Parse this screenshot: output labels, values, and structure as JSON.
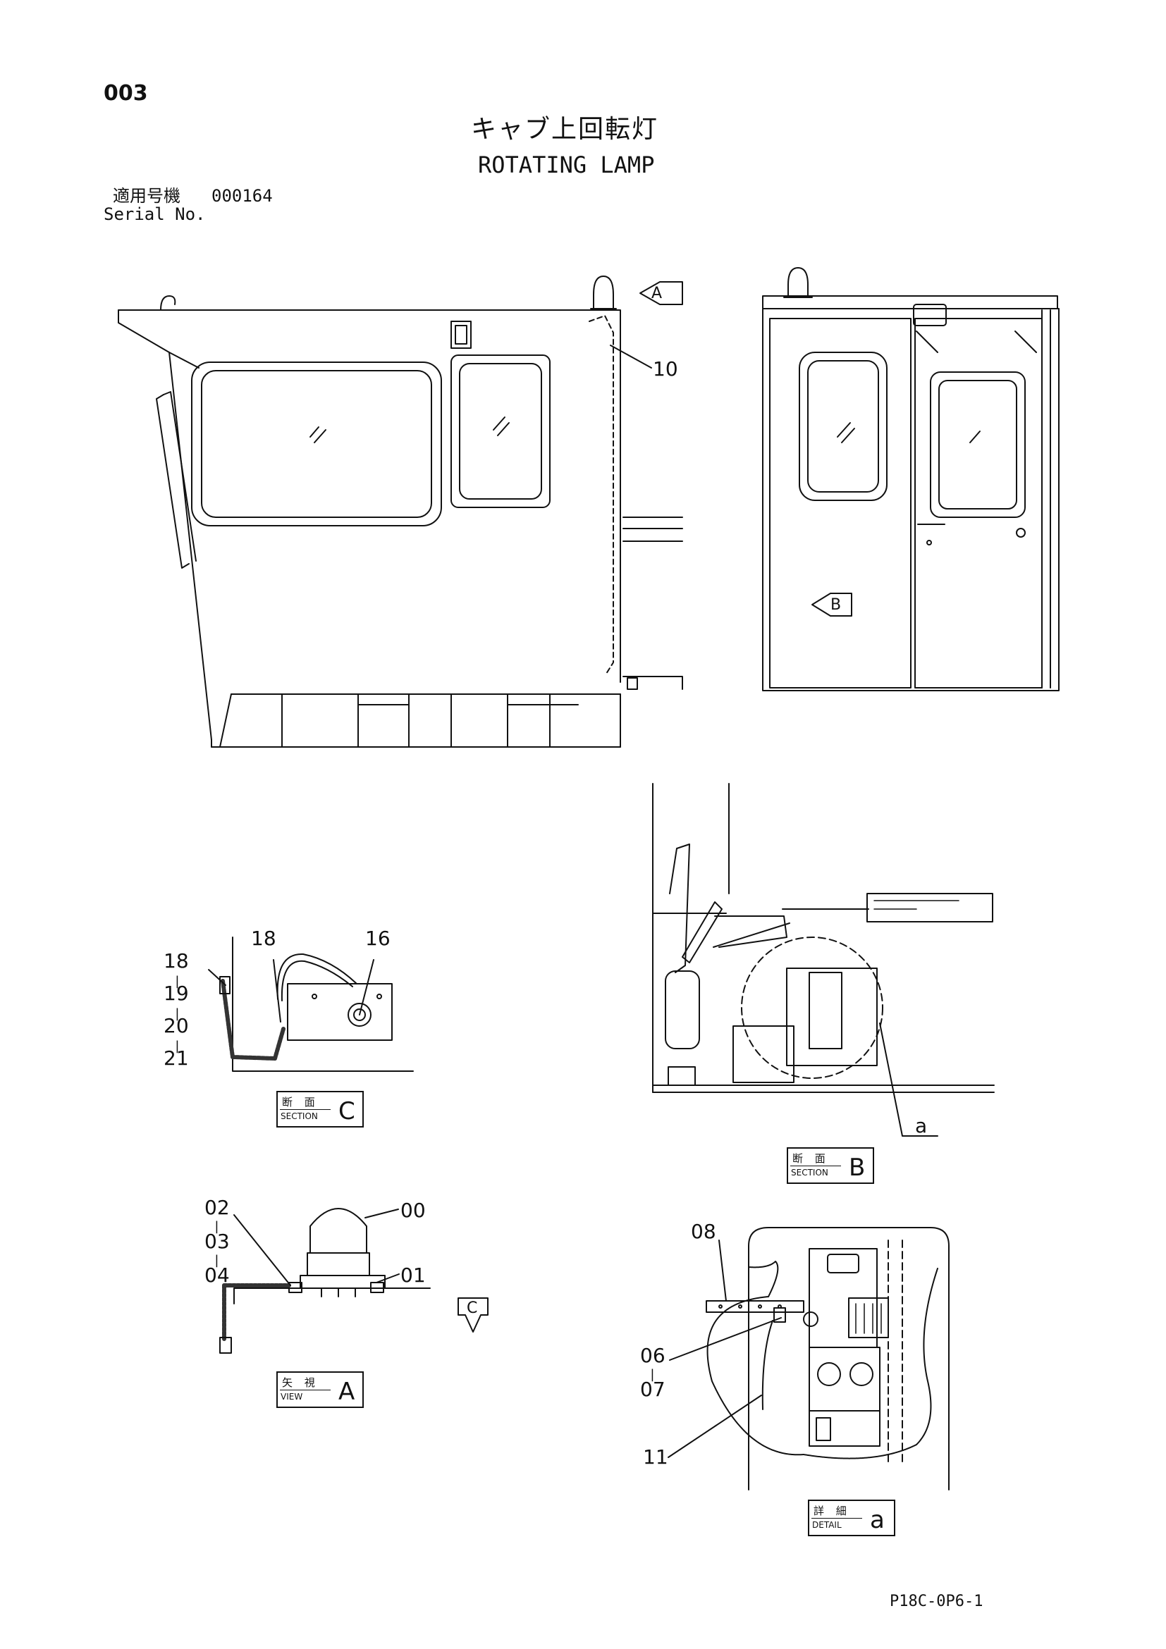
{
  "header": {
    "page_number": "003",
    "title_jp": "キャブ上回転灯",
    "title_en": "ROTATING LAMP",
    "serial_label_jp": "適用号機",
    "serial_value": "000164",
    "serial_label_en": "Serial No."
  },
  "view_markers": {
    "arrow_a": "A",
    "arrow_b": "B",
    "arrow_c": "C"
  },
  "callouts": {
    "c10": "10",
    "c18_side": "18",
    "c16": "16",
    "c18_stack": [
      "18",
      "19",
      "20",
      "21"
    ],
    "c02_stack": [
      "02",
      "03",
      "04"
    ],
    "c00": "00",
    "c01": "01",
    "c08": "08",
    "c06_stack": [
      "06",
      "07"
    ],
    "c11": "11",
    "c_a": "a"
  },
  "labels": {
    "section_c": {
      "jp": "断 面",
      "en": "SECTION",
      "letter": "C"
    },
    "section_b": {
      "jp": "断 面",
      "en": "SECTION",
      "letter": "B"
    },
    "view_a": {
      "jp": "矢 視",
      "en": "VIEW",
      "letter": "A"
    },
    "detail_a": {
      "jp": "詳 細",
      "en": "DETAIL",
      "letter": "a"
    }
  },
  "footer": {
    "code": "P18C-0P6-1"
  }
}
